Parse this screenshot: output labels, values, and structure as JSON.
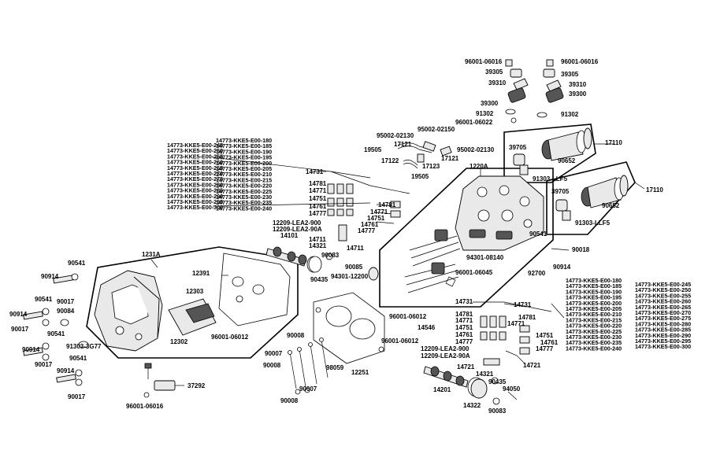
{
  "labels": {
    "l_96001_06016_a": "96001-06016",
    "l_96001_06016_b": "96001-06016",
    "l_39305_a": "39305",
    "l_39305_b": "39305",
    "l_39310_a": "39310",
    "l_39310_b": "39310",
    "l_39300_a": "39300",
    "l_39300_b": "39300",
    "l_91302_a": "91302",
    "l_91302_b": "91302",
    "l_96001_06022": "96001-06022",
    "l_95002_02150": "95002-02150",
    "l_95002_02130_a": "95002-02130",
    "l_95002_02130_b": "95002-02130",
    "l_17121_a": "17121",
    "l_17121_b": "17121",
    "l_19505_a": "19505",
    "l_19505_b": "19505",
    "l_17122": "17122",
    "l_17123": "17123",
    "l_17110_a": "17110",
    "l_17110_b": "17110",
    "l_39705_a": "39705",
    "l_39705_b": "39705",
    "l_90652_a": "90652",
    "l_90652_b": "90652",
    "l_91303_llf5_a": "91303-LLF5",
    "l_91303_llf5_b": "91303-LLF5",
    "l_1220a": "1220A",
    "l_14731_a": "14731",
    "l_14731_b": "14731",
    "l_14731_c": "14731",
    "l_14781_a": "14781",
    "l_14781_b": "14781",
    "l_14781_c": "14781",
    "l_14771_a": "14771",
    "l_14771_b": "14771",
    "l_14771_c": "14771",
    "l_14771_d": "14771",
    "l_14751_a": "14751",
    "l_14751_b": "14751",
    "l_14751_c": "14751",
    "l_14751_d": "14751",
    "l_14761_a": "14761",
    "l_14761_b": "14761",
    "l_14761_c": "14761",
    "l_14761_d": "14761",
    "l_14777_a": "14777",
    "l_14777_b": "14777",
    "l_14777_c": "14777",
    "l_14777_d": "14777",
    "l_12209_lea2_900_a": "12209-LEA2-900",
    "l_12209_lea2_90a_a": "12209-LEA2-90A",
    "l_12209_lea2_900_b": "12209-LEA2-900",
    "l_12209_lea2_90a_b": "12209-LEA2-90A",
    "l_14101": "14101",
    "l_14711_a": "14711",
    "l_14711_b": "14711",
    "l_14321_a": "14321",
    "l_14321_b": "14321",
    "l_90083_a": "90083",
    "l_90083_b": "90083",
    "l_90085": "90085",
    "l_90435_a": "90435",
    "l_90435_b": "90435",
    "l_94301_12200": "94301-12200",
    "l_94301_08140": "94301-08140",
    "l_96001_06045": "96001-06045",
    "l_92700": "92700",
    "l_90541_a": "90541",
    "l_90541_b": "90541",
    "l_90541_c": "90541",
    "l_90541_d": "90541",
    "l_90541_e": "90541",
    "l_90018": "90018",
    "l_90914_a": "90914",
    "l_90914_b": "90914",
    "l_90914_c": "90914",
    "l_90914_d": "90914",
    "l_90914_e": "90914",
    "l_90017_a": "90017",
    "l_90017_b": "90017",
    "l_90017_c": "90017",
    "l_90017_d": "90017",
    "l_90084": "90084",
    "l_91303_3g77": "91303-3G77",
    "l_1231a": "1231A",
    "l_12391": "12391",
    "l_12303": "12303",
    "l_12302": "12302",
    "l_96001_06012_a": "96001-06012",
    "l_96001_06012_b": "96001-06012",
    "l_96001_06012_c": "96001-06012",
    "l_37292": "37292",
    "l_96001_06016_c": "96001-06016",
    "l_90008_a": "90008",
    "l_90008_b": "90008",
    "l_90008_c": "90008",
    "l_90007_a": "90007",
    "l_90007_b": "90007",
    "l_98059": "98059",
    "l_12251": "12251",
    "l_14546": "14546",
    "l_14721_a": "14721",
    "l_14721_b": "14721",
    "l_14201": "14201",
    "l_14322": "14322",
    "l_94050": "94050"
  },
  "shim_lists": {
    "left_col1": [
      "14773-KKE5-E00-245",
      "14773-KKE5-E00-250",
      "14773-KKE5-E00-255",
      "14773-KKE5-E00-260",
      "14773-KKE5-E00-265",
      "14773-KKE5-E00-270",
      "14773-KKE5-E00-275",
      "14773-KKE5-E00-280",
      "14773-KKE5-E00-285",
      "14773-KKE5-E00-290",
      "14773-KKE5-E00-295",
      "14773-KKE5-E00-300"
    ],
    "left_col2": [
      "14773-KKE5-E00-180",
      "14773-KKE5-E00-185",
      "14773-KKE5-E00-190",
      "14773-KKE5-E00-195",
      "14773-KKE5-E00-200",
      "14773-KKE5-E00-205",
      "14773-KKE5-E00-210",
      "14773-KKE5-E00-215",
      "14773-KKE5-E00-220",
      "14773-KKE5-E00-225",
      "14773-KKE5-E00-230",
      "14773-KKE5-E00-235",
      "14773-KKE5-E00-240"
    ],
    "right_col1": [
      "14773-KKE5-E00-180",
      "14773-KKE5-E00-185",
      "14773-KKE5-E00-190",
      "14773-KKE5-E00-195",
      "14773-KKE5-E00-200",
      "14773-KKE5-E00-205",
      "14773-KKE5-E00-210",
      "14773-KKE5-E00-215",
      "14773-KKE5-E00-220",
      "14773-KKE5-E00-225",
      "14773-KKE5-E00-230",
      "14773-KKE5-E00-235",
      "14773-KKE5-E00-240"
    ],
    "right_col2": [
      "14773-KKE5-E00-245",
      "14773-KKE5-E00-250",
      "14773-KKE5-E00-255",
      "14773-KKE5-E00-260",
      "14773-KKE5-E00-265",
      "14773-KKE5-E00-270",
      "14773-KKE5-E00-275",
      "14773-KKE5-E00-280",
      "14773-KKE5-E00-285",
      "14773-KKE5-E00-290",
      "14773-KKE5-E00-295",
      "14773-KKE5-E00-300"
    ]
  }
}
